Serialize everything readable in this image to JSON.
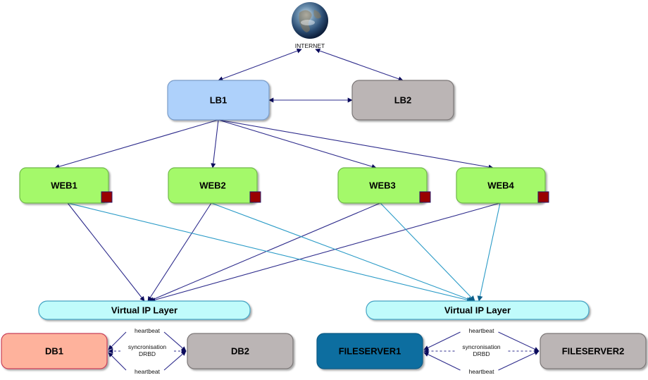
{
  "diagram": {
    "title": "",
    "colors": {
      "edge_primary": "#2e2c8c",
      "edge_secondary": "#2b9bc7",
      "arrowhead": "#0b0b5c",
      "status_marker": "#990000"
    },
    "internet": {
      "label": "INTERNET",
      "icon": "globe-icon"
    },
    "nodes": [
      {
        "id": "LB1",
        "label": "LB1",
        "fill": "#aed1fb",
        "stroke": "#7a9cc8"
      },
      {
        "id": "LB2",
        "label": "LB2",
        "fill": "#bbb5b5",
        "stroke": "#7c7777"
      },
      {
        "id": "WEB1",
        "label": "WEB1",
        "fill": "#a4f96b",
        "stroke": "#6fb948",
        "marker": true
      },
      {
        "id": "WEB2",
        "label": "WEB2",
        "fill": "#a4f96b",
        "stroke": "#6fb948",
        "marker": true
      },
      {
        "id": "WEB3",
        "label": "WEB3",
        "fill": "#a4f96b",
        "stroke": "#6fb948",
        "marker": true
      },
      {
        "id": "WEB4",
        "label": "WEB4",
        "fill": "#a4f96b",
        "stroke": "#6fb948",
        "marker": true
      },
      {
        "id": "VIP1",
        "label": "Virtual IP Layer",
        "fill": "#c0fbfb",
        "stroke": "#44a4c4"
      },
      {
        "id": "VIP2",
        "label": "Virtual IP Layer",
        "fill": "#c0fbfb",
        "stroke": "#44a4c4"
      },
      {
        "id": "DB1",
        "label": "DB1",
        "fill": "#feb29c",
        "stroke": "#c8405a"
      },
      {
        "id": "DB2",
        "label": "DB2",
        "fill": "#bbb5b5",
        "stroke": "#7c7777"
      },
      {
        "id": "FS1",
        "label": "FILESERVER1",
        "fill": "#0d6ea0",
        "stroke": "#0a5a84"
      },
      {
        "id": "FS2",
        "label": "FILESERVER2",
        "fill": "#bbb5b5",
        "stroke": "#7c7777"
      }
    ],
    "edges": [
      {
        "from": "INTERNET",
        "to": "LB1",
        "bidirectional": true,
        "style": "primary"
      },
      {
        "from": "INTERNET",
        "to": "LB2",
        "bidirectional": true,
        "style": "primary"
      },
      {
        "from": "LB1",
        "to": "LB2",
        "bidirectional": true,
        "style": "primary"
      },
      {
        "from": "LB1",
        "to": "WEB1",
        "style": "primary"
      },
      {
        "from": "LB1",
        "to": "WEB2",
        "style": "primary"
      },
      {
        "from": "LB1",
        "to": "WEB3",
        "style": "primary"
      },
      {
        "from": "LB1",
        "to": "WEB4",
        "style": "primary"
      },
      {
        "from": "WEB1",
        "to": "VIP1",
        "style": "primary"
      },
      {
        "from": "WEB2",
        "to": "VIP1",
        "style": "primary"
      },
      {
        "from": "WEB3",
        "to": "VIP1",
        "style": "primary"
      },
      {
        "from": "WEB4",
        "to": "VIP1",
        "style": "primary"
      },
      {
        "from": "WEB1",
        "to": "VIP2",
        "style": "secondary"
      },
      {
        "from": "WEB2",
        "to": "VIP2",
        "style": "secondary"
      },
      {
        "from": "WEB3",
        "to": "VIP2",
        "style": "secondary"
      },
      {
        "from": "WEB4",
        "to": "VIP2",
        "style": "secondary"
      }
    ],
    "replication_pairs": [
      {
        "left": "DB1",
        "right": "DB2",
        "top_label": "heartbeat",
        "middle_label_1": "syncronisation",
        "middle_label_2": "DRBD",
        "bottom_label": "heartbeat"
      },
      {
        "left": "FS1",
        "right": "FS2",
        "top_label": "heartbeat",
        "middle_label_1": "syncronisation",
        "middle_label_2": "DRBD",
        "bottom_label": "heartbeat"
      }
    ]
  }
}
